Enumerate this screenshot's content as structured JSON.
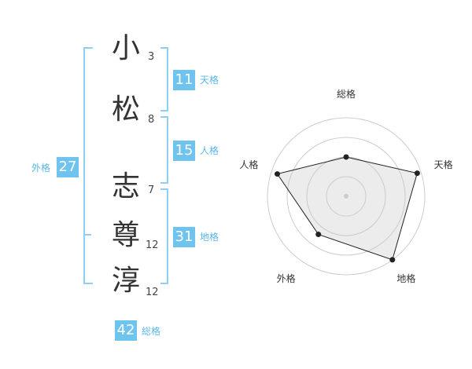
{
  "name": {
    "chars": [
      {
        "char": "小",
        "strokes": "3"
      },
      {
        "char": "松",
        "strokes": "8"
      },
      {
        "char": "志",
        "strokes": "7"
      },
      {
        "char": "尊",
        "strokes": "12"
      },
      {
        "char": "淳",
        "strokes": "12"
      }
    ]
  },
  "fortune": {
    "tenkaku": {
      "value": "11",
      "label": "天格"
    },
    "jinkaku": {
      "value": "15",
      "label": "人格"
    },
    "chikaku": {
      "value": "31",
      "label": "地格"
    },
    "gaikaku": {
      "value": "27",
      "label": "外格"
    },
    "soukaku": {
      "value": "42",
      "label": "総格"
    }
  },
  "colors": {
    "accent": "#6ec4ef",
    "bracket": "#8fd0f2",
    "text": "#333333"
  },
  "chart_data": {
    "type": "radar",
    "axes": [
      "総格",
      "天格",
      "地格",
      "外格",
      "人格"
    ],
    "values": [
      0.5,
      0.95,
      1.0,
      0.6,
      0.92
    ],
    "rings": 4
  }
}
